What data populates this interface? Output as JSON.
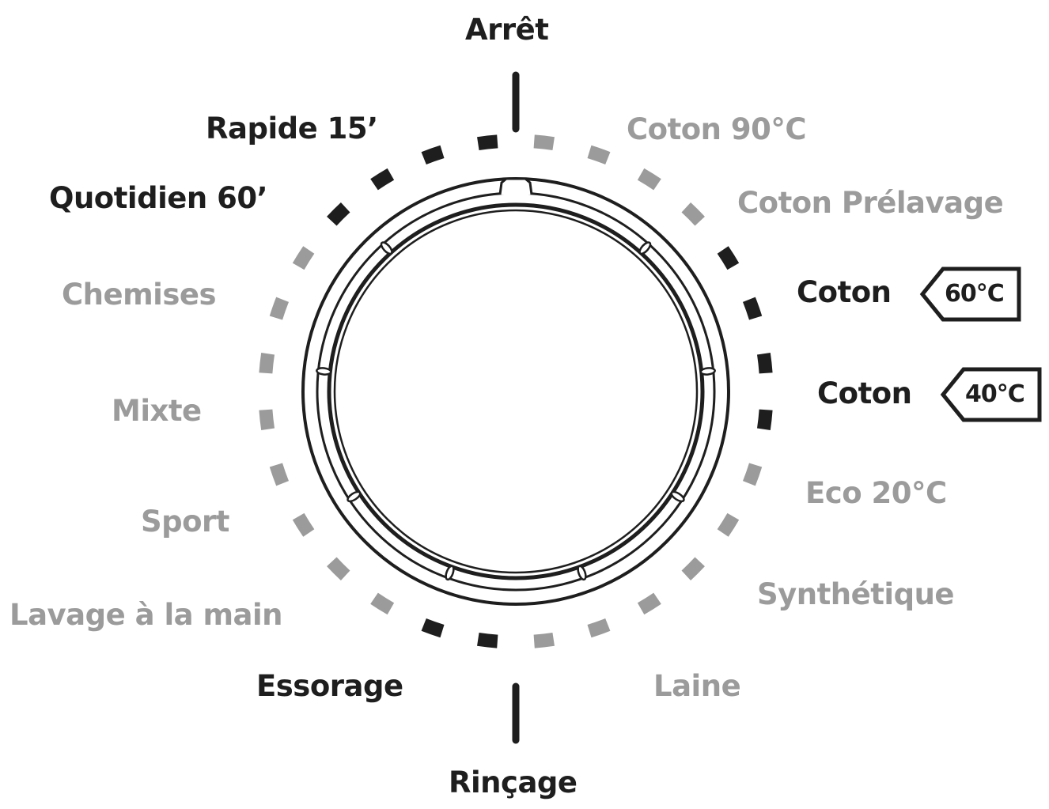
{
  "colors": {
    "active": "#1e1e1e",
    "inactive": "#9b9b9b"
  },
  "dial": {
    "stop": "Arrêt",
    "rinse": "Rinçage",
    "programs": [
      {
        "label": "Coton 90°C",
        "style": "inactive"
      },
      {
        "label": "Coton Prélavage",
        "style": "inactive"
      },
      {
        "label": "Coton",
        "style": "active",
        "temp_tag": "60°C"
      },
      {
        "label": "Coton",
        "style": "active",
        "temp_tag": "40°C"
      },
      {
        "label": "Eco 20°C",
        "style": "inactive"
      },
      {
        "label": "Synthétique",
        "style": "inactive"
      },
      {
        "label": "Laine",
        "style": "inactive"
      },
      {
        "label": "Essorage",
        "style": "active"
      },
      {
        "label": "Lavage à la main",
        "style": "inactive"
      },
      {
        "label": "Sport",
        "style": "inactive"
      },
      {
        "label": "Mixte",
        "style": "inactive"
      },
      {
        "label": "Chemises",
        "style": "inactive"
      },
      {
        "label": "Quotidien 60’",
        "style": "active"
      },
      {
        "label": "Rapide 15’",
        "style": "active"
      }
    ]
  }
}
